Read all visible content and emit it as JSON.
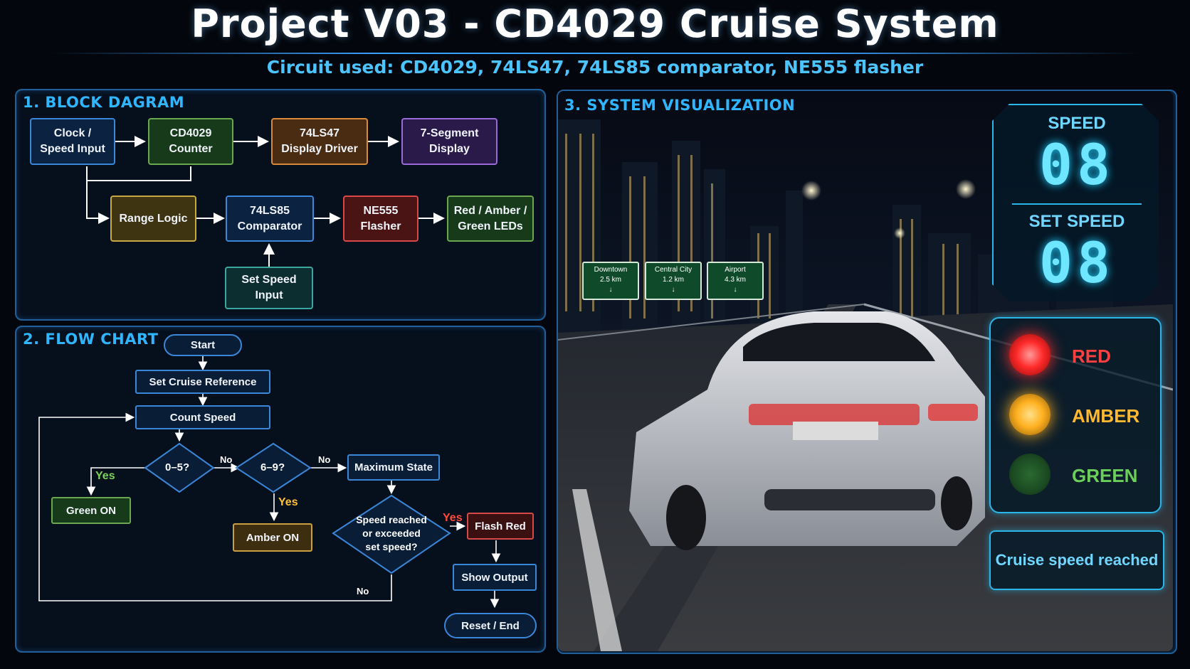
{
  "header": {
    "title": "Project V03 - CD4029 Cruise System",
    "subtitle": "Circuit used: CD4029, 74LS47, 74LS85 comparator, NE555 flasher"
  },
  "block_diagram": {
    "title": "1.  BLOCK DAGRAM",
    "blocks": {
      "clock": "Clock /\nSpeed Input",
      "counter": "CD4029\nCounter",
      "driver": "74LS47\nDisplay Driver",
      "seg": "7-Segment\nDisplay",
      "range": "Range Logic",
      "comparator": "74LS85\nComparator",
      "flasher": "NE555\nFlasher",
      "leds": "Red / Amber /\nGreen LEDs",
      "setspeed": "Set Speed\nInput"
    }
  },
  "flow_chart": {
    "title": "2.  FLOW CHART",
    "nodes": {
      "start": "Start",
      "set_ref": "Set Cruise Reference",
      "count": "Count Speed",
      "d05": "0–5?",
      "d69": "6–9?",
      "max": "Maximum State",
      "green": "Green ON",
      "amber": "Amber ON",
      "reached": "Speed reached\nor exceeded\nset speed?",
      "flash": "Flash Red",
      "show": "Show Output",
      "reset": "Reset / End"
    },
    "labels": {
      "yes1": "Yes",
      "no1": "No",
      "yes2": "Yes",
      "no2": "No",
      "yes3": "Yes",
      "no3": "No"
    }
  },
  "visualization": {
    "title": "3.  SYSTEM VISUALIZATION",
    "speed_label": "SPEED",
    "speed_value": "08",
    "set_speed_label": "SET SPEED",
    "set_speed_value": "08",
    "lights": {
      "red": "RED",
      "amber": "AMBER",
      "green": "GREEN"
    },
    "status": "Cruise speed reached",
    "signs": [
      {
        "name": "Downtown",
        "dist": "2.5 km"
      },
      {
        "name": "Central City",
        "dist": "1.2 km"
      },
      {
        "name": "Airport",
        "dist": "4.3 km"
      }
    ]
  },
  "colors": {
    "accent": "#2fb6ff",
    "red_on": "#ff2a2a",
    "amber_on": "#ffb020",
    "green_off": "#1b4a22"
  }
}
